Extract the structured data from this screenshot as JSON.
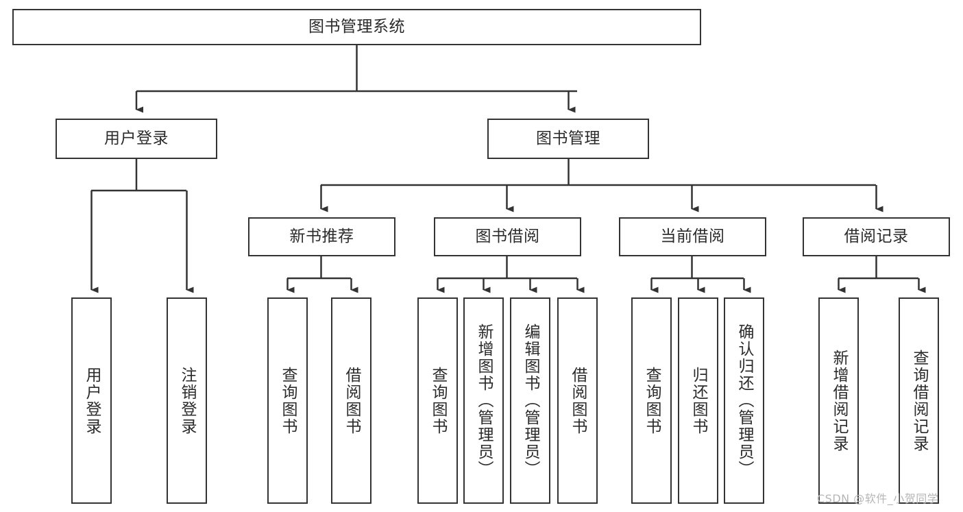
{
  "diagram": {
    "title": "图书管理系统",
    "type": "tree-hierarchy",
    "watermark": "CSDN @软件_小贺同学",
    "colors": {
      "box_stroke": "#333333",
      "box_fill": "#ffffff",
      "edge_stroke": "#333333",
      "text": "#2b2b2b",
      "watermark": "#b6b6b6",
      "background": "#ffffff"
    },
    "levels": {
      "level1": [
        {
          "id": "root",
          "label": "图书管理系统",
          "orientation": "horizontal"
        }
      ],
      "level2": [
        {
          "id": "user-login",
          "label": "用户登录",
          "orientation": "horizontal",
          "parent": "root"
        },
        {
          "id": "book-manage",
          "label": "图书管理",
          "orientation": "horizontal",
          "parent": "root"
        }
      ],
      "level3": [
        {
          "id": "new-book-rec",
          "label": "新书推荐",
          "orientation": "horizontal",
          "parent": "book-manage"
        },
        {
          "id": "book-borrow",
          "label": "图书借阅",
          "orientation": "horizontal",
          "parent": "book-manage"
        },
        {
          "id": "current-borrow",
          "label": "当前借阅",
          "orientation": "horizontal",
          "parent": "book-manage"
        },
        {
          "id": "borrow-record",
          "label": "借阅记录",
          "orientation": "horizontal",
          "parent": "book-manage"
        }
      ],
      "level4": [
        {
          "id": "leaf-user-login",
          "label": "用户登录",
          "orientation": "vertical",
          "parent": "user-login"
        },
        {
          "id": "leaf-user-logout",
          "label": "注销登录",
          "orientation": "vertical",
          "parent": "user-login"
        },
        {
          "id": "leaf-query-book-1",
          "label": "查询图书",
          "orientation": "vertical",
          "parent": "new-book-rec"
        },
        {
          "id": "leaf-borrow-book-1",
          "label": "借阅图书",
          "orientation": "vertical",
          "parent": "new-book-rec"
        },
        {
          "id": "leaf-query-book-2",
          "label": "查询图书",
          "orientation": "vertical",
          "parent": "book-borrow"
        },
        {
          "id": "leaf-add-book",
          "label": "新增图书（管理员）",
          "orientation": "vertical",
          "parent": "book-borrow"
        },
        {
          "id": "leaf-edit-book",
          "label": "编辑图书（管理员）",
          "orientation": "vertical",
          "parent": "book-borrow"
        },
        {
          "id": "leaf-borrow-book-2",
          "label": "借阅图书",
          "orientation": "vertical",
          "parent": "book-borrow"
        },
        {
          "id": "leaf-query-book-3",
          "label": "查询图书",
          "orientation": "vertical",
          "parent": "current-borrow"
        },
        {
          "id": "leaf-return-book",
          "label": "归还图书",
          "orientation": "vertical",
          "parent": "current-borrow"
        },
        {
          "id": "leaf-confirm-return",
          "label": "确认归还（管理员）",
          "orientation": "vertical",
          "parent": "current-borrow"
        },
        {
          "id": "leaf-add-record",
          "label": "新增借阅记录",
          "orientation": "vertical",
          "parent": "borrow-record"
        },
        {
          "id": "leaf-query-record",
          "label": "查询借阅记录",
          "orientation": "vertical",
          "parent": "borrow-record"
        }
      ]
    }
  }
}
